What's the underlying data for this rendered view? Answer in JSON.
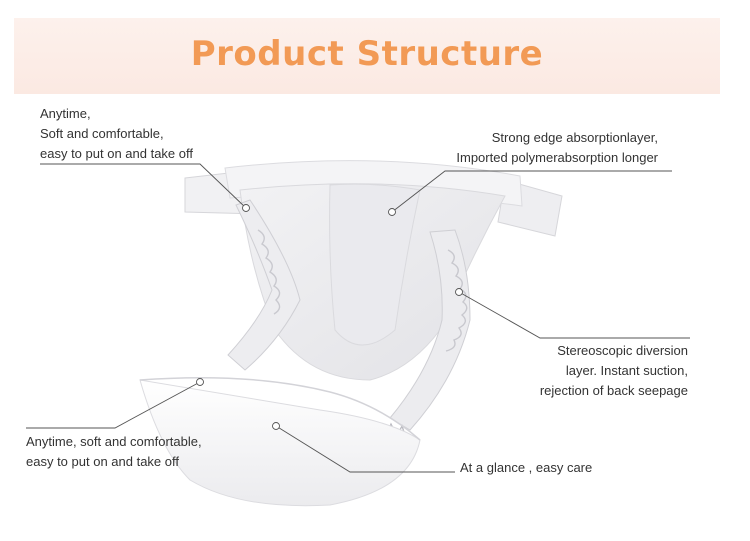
{
  "header": {
    "title": "Product Structure"
  },
  "callouts": {
    "top_left": [
      "Anytime,",
      "Soft and comfortable,",
      "easy to put on and take off"
    ],
    "top_right": [
      "Strong edge absorptionlayer,",
      "Imported polymerabsorption longer"
    ],
    "mid_right": [
      "Stereoscopic diversion",
      "layer. Instant suction,",
      "rejection of back seepage"
    ],
    "bottom_left": [
      "Anytime, soft and comfortable,",
      "easy to put on and take off"
    ],
    "bottom_right": [
      "At a glance , easy care"
    ]
  },
  "colors": {
    "title": "#f29a55",
    "banner": "#fbe9e2",
    "text": "#333333",
    "leader": "#555555"
  }
}
